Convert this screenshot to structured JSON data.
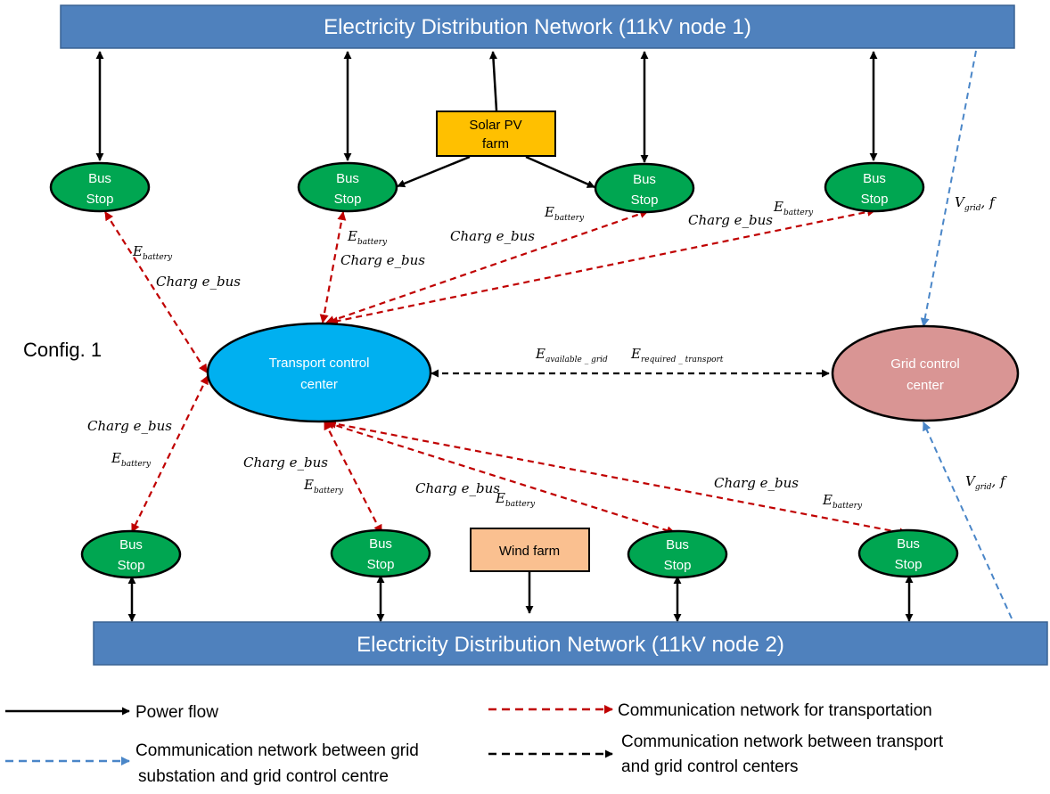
{
  "networks": {
    "top": "Electricity Distribution Network (11kV node 1)",
    "bottom": "Electricity Distribution Network (11kV node 2)"
  },
  "sources": {
    "solar": [
      "Solar PV",
      "farm"
    ],
    "wind": "Wind farm"
  },
  "bus_stop": [
    "Bus",
    "Stop"
  ],
  "transport_center": [
    "Transport control",
    "center"
  ],
  "grid_center": [
    "Grid control",
    "center"
  ],
  "config_label": "Config. 1",
  "signals": {
    "charge_bus": "Charg e_bus",
    "e_main": "E",
    "battery_sub": "battery",
    "available_grid_sub": "available _ grid",
    "required_transport_sub": "required _ transport",
    "v_main": "V",
    "grid_sub": "grid",
    "f_suffix": ", f"
  },
  "legend": {
    "power_flow": "Power flow",
    "comm_transport": "Communication network for transportation",
    "comm_grid": [
      "Communication network between grid",
      "substation and grid control centre"
    ],
    "comm_centers": [
      "Communication network between transport",
      "and grid control centers"
    ]
  },
  "colors": {
    "network_blue": "#4f81bd",
    "bus_stop_green": "#00a651",
    "solar_orange": "#ffc000",
    "wind_peach": "#fac090",
    "transport_center_blue": "#00b0f0",
    "grid_center_pink": "#d99594",
    "transport_comm_red": "#c00000",
    "grid_comm_blue": "#4a86c8",
    "power_black": "#000000"
  }
}
